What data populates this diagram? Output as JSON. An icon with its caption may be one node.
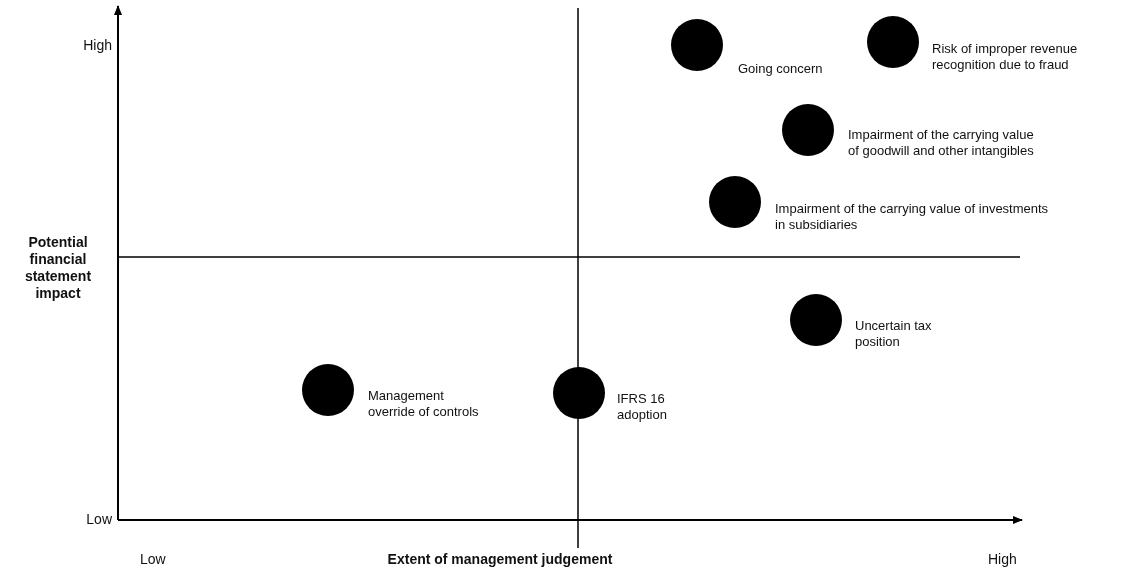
{
  "diagram": {
    "nodes": [
      {
        "text": [],
        "shape": "circle",
        "beside": [
          "Going concern"
        ]
      },
      {
        "text": [],
        "shape": "circle",
        "beside": [
          "Risk of improper revenue recognition due to fraud"
        ]
      },
      {
        "text": [],
        "shape": "circle",
        "beside": [
          "Impairment of the carrying value of goodwill and other intangibles"
        ]
      },
      {
        "text": [],
        "shape": "circle",
        "beside": [
          "Impairment of the carrying value of investments in subsidiaries"
        ]
      },
      {
        "text": [],
        "shape": "circle",
        "beside": [
          "Uncertain tax position"
        ]
      },
      {
        "text": [],
        "shape": "circle",
        "beside": [
          "Management override of controls"
        ]
      },
      {
        "text": [],
        "shape": "circle",
        "beside": [
          "IFRS 16 adoption"
        ]
      }
    ],
    "edges": [],
    "labels": [
      "High",
      "Potential financial statement impact",
      "Low",
      "Low",
      "Extent of management judgement",
      "High"
    ]
  }
}
